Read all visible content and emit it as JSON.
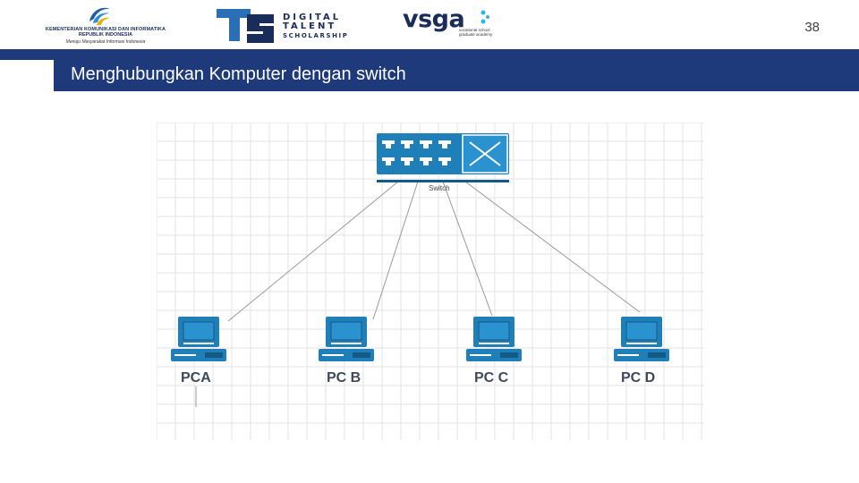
{
  "header": {
    "logos": {
      "kominfo": {
        "ministry": "KEMENTERIAN KOMUNIKASI DAN INFORMATIKA",
        "country": "REPUBLIK INDONESIA",
        "motto": "Menuju Masyarakat Informasi Indonesia"
      },
      "dts": {
        "line1": "DIGITAL",
        "line2": "TALENT",
        "line3": "SCHOLARSHIP"
      },
      "vsga": {
        "name": "vsga",
        "sub": "vocational school graduate academy"
      }
    },
    "page_number": "38"
  },
  "slide": {
    "title": "Menghubungkan Komputer dengan switch"
  },
  "diagram": {
    "switch_label": "Switch",
    "pcs": [
      {
        "label": "PCA"
      },
      {
        "label": "PC B"
      },
      {
        "label": "PC C"
      },
      {
        "label": "PC D"
      }
    ],
    "colors": {
      "device": "#1f7fb8",
      "device_dark": "#145a86",
      "link": "#9a9a9a",
      "grid": "#e3e3e3"
    }
  }
}
